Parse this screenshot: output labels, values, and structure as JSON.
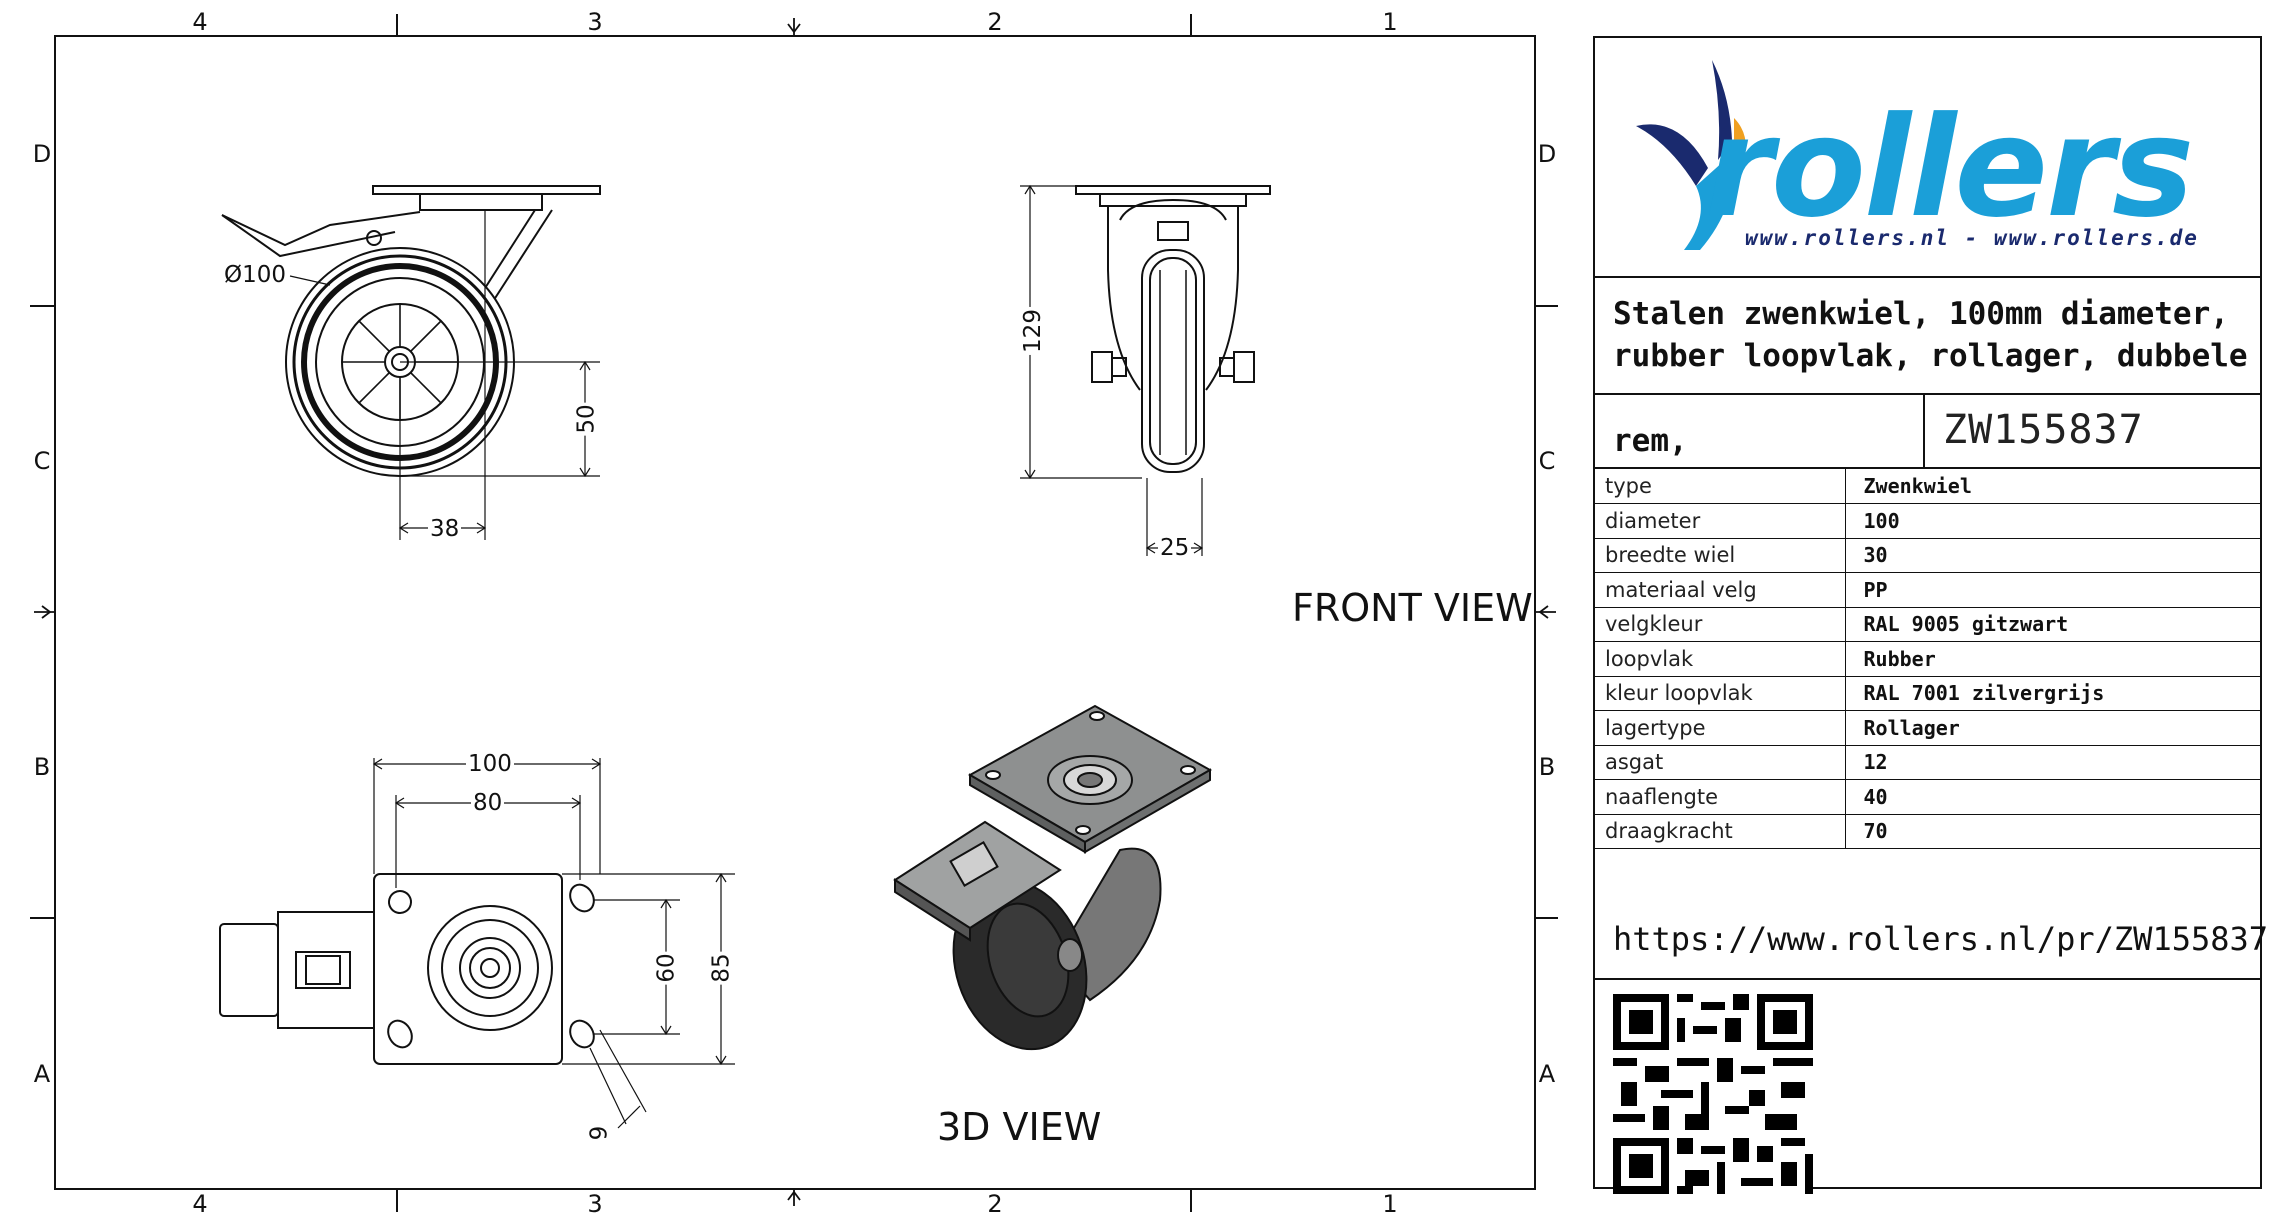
{
  "drawing": {
    "grid_top": [
      "4",
      "3",
      "2",
      "1"
    ],
    "grid_bottom": [
      "4",
      "3",
      "2",
      "1"
    ],
    "grid_left": [
      "D",
      "C",
      "B",
      "A"
    ],
    "grid_right": [
      "D",
      "C",
      "B",
      "A"
    ],
    "views": {
      "front": "FRONT VIEW",
      "iso": "3D VIEW"
    },
    "dimensions": {
      "wheel_diameter": "Ø100",
      "axle_height": "50",
      "offset": "38",
      "overall_height": "129",
      "tread_width": "25",
      "plate_width": "100",
      "bolt_width": "80",
      "bolt_length": "60",
      "plate_length": "85",
      "bolt_hole": "9"
    }
  },
  "title_block": {
    "brand": "rollers",
    "urls": "www.rollers.nl  -  www.rollers.de",
    "description_lines": [
      "Stalen zwenkwiel, 100mm diameter,",
      "rubber loopvlak, rollager, dubbele"
    ],
    "description_tail": "rem,",
    "article_code": "ZW155837",
    "specs": [
      {
        "key": "type",
        "value": "Zwenkwiel"
      },
      {
        "key": "diameter",
        "value": "100"
      },
      {
        "key": "breedte wiel",
        "value": "30"
      },
      {
        "key": "materiaal velg",
        "value": "PP"
      },
      {
        "key": "velgkleur",
        "value": "RAL 9005 gitzwart"
      },
      {
        "key": "loopvlak",
        "value": "Rubber"
      },
      {
        "key": "kleur loopvlak",
        "value": "RAL 7001 zilvergrijs"
      },
      {
        "key": "lagertype",
        "value": "Rollager"
      },
      {
        "key": "asgat",
        "value": "12"
      },
      {
        "key": "naaflengte",
        "value": "40"
      },
      {
        "key": "draagkracht",
        "value": "70"
      }
    ],
    "product_url": "https://www.rollers.nl/pr/ZW155837"
  },
  "colors": {
    "brand_blue": "#1b9fd8",
    "brand_navy": "#1a2a6e",
    "brand_orange": "#f0a020",
    "line": "#111111"
  }
}
